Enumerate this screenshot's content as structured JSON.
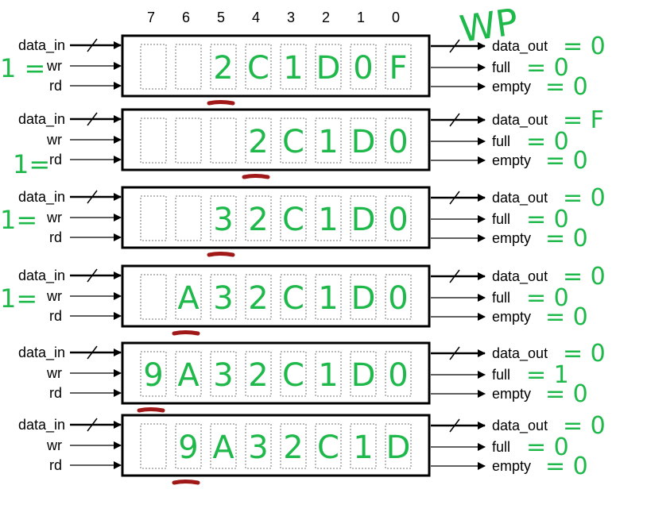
{
  "index_labels": [
    "7",
    "6",
    "5",
    "4",
    "3",
    "2",
    "1",
    "0"
  ],
  "signals": {
    "in": [
      "data_in",
      "wr",
      "rd"
    ],
    "out": [
      "data_out",
      "full",
      "empty"
    ]
  },
  "colors": {
    "ink": "#000000",
    "annotation": "#1fb84a",
    "pointer": "#a01818",
    "cell_border": "#777777"
  },
  "corner_annotation": "WP",
  "rows": [
    {
      "cells": [
        "",
        "",
        "2",
        "C",
        "1",
        "D",
        "0",
        "F"
      ],
      "wr_note": "1 =",
      "outputs": [
        "= 0",
        "= 0",
        "= 0"
      ]
    },
    {
      "cells": [
        "",
        "",
        "",
        "2",
        "C",
        "1",
        "D",
        "0"
      ],
      "rd_note": "1=",
      "outputs": [
        "= F",
        "= 0",
        "= 0"
      ]
    },
    {
      "cells": [
        "",
        "",
        "3",
        "2",
        "C",
        "1",
        "D",
        "0"
      ],
      "wr_note": "1=",
      "outputs": [
        "= 0",
        "= 0",
        "= 0"
      ]
    },
    {
      "cells": [
        "",
        "A",
        "3",
        "2",
        "C",
        "1",
        "D",
        "0"
      ],
      "wr_note": "1=",
      "outputs": [
        "= 0",
        "= 0",
        "= 0"
      ]
    },
    {
      "cells": [
        "9",
        "A",
        "3",
        "2",
        "C",
        "1",
        "D",
        "0"
      ],
      "outputs": [
        "= 0",
        "= 1",
        "= 0"
      ]
    },
    {
      "cells": [
        "",
        "9",
        "A",
        "3",
        "2",
        "C",
        "1",
        "D"
      ],
      "outputs": [
        "= 0",
        "= 0",
        "= 0"
      ]
    }
  ]
}
